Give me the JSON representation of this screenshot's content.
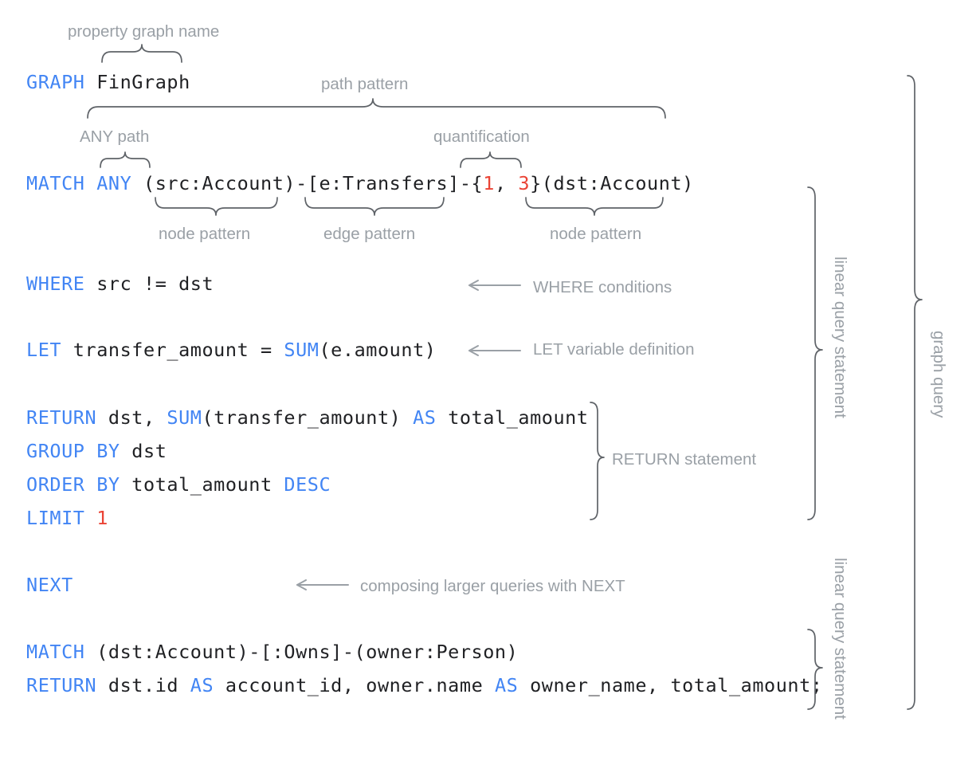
{
  "doc": {
    "title": "GQL graph query anatomy diagram",
    "background_color": "#ffffff",
    "keyword_color": "#4285f4",
    "number_color": "#ea4335",
    "plain_color": "#202124",
    "annotation_color": "#9aa0a6",
    "brace_color": "#5f6368"
  },
  "code": {
    "lines": [
      {
        "id": "graph",
        "segments": [
          {
            "t": "GRAPH",
            "k": "kw"
          },
          {
            "t": " FinGraph",
            "k": "pln"
          }
        ]
      },
      {
        "id": "match1",
        "segments": [
          {
            "t": "MATCH",
            "k": "kw"
          },
          {
            "t": " ",
            "k": "pln"
          },
          {
            "t": "ANY",
            "k": "kw"
          },
          {
            "t": " (src:Account)-[e:Transfers]-{",
            "k": "pln"
          },
          {
            "t": "1",
            "k": "num"
          },
          {
            "t": ", ",
            "k": "pln"
          },
          {
            "t": "3",
            "k": "num"
          },
          {
            "t": "}(dst:Account)",
            "k": "pln"
          }
        ]
      },
      {
        "id": "where",
        "segments": [
          {
            "t": "WHERE",
            "k": "kw"
          },
          {
            "t": " src != dst",
            "k": "pln"
          }
        ]
      },
      {
        "id": "let",
        "segments": [
          {
            "t": "LET",
            "k": "kw"
          },
          {
            "t": " transfer_amount = ",
            "k": "pln"
          },
          {
            "t": "SUM",
            "k": "kw"
          },
          {
            "t": "(e.amount)",
            "k": "pln"
          }
        ]
      },
      {
        "id": "return1",
        "segments": [
          {
            "t": "RETURN",
            "k": "kw"
          },
          {
            "t": " dst, ",
            "k": "pln"
          },
          {
            "t": "SUM",
            "k": "kw"
          },
          {
            "t": "(transfer_amount) ",
            "k": "pln"
          },
          {
            "t": "AS",
            "k": "kw"
          },
          {
            "t": " total_amount",
            "k": "pln"
          }
        ]
      },
      {
        "id": "groupby",
        "segments": [
          {
            "t": "GROUP BY",
            "k": "kw"
          },
          {
            "t": " dst",
            "k": "pln"
          }
        ]
      },
      {
        "id": "orderby",
        "segments": [
          {
            "t": "ORDER BY",
            "k": "kw"
          },
          {
            "t": " total_amount ",
            "k": "pln"
          },
          {
            "t": "DESC",
            "k": "kw"
          }
        ]
      },
      {
        "id": "limit",
        "segments": [
          {
            "t": "LIMIT",
            "k": "kw"
          },
          {
            "t": " ",
            "k": "pln"
          },
          {
            "t": "1",
            "k": "num"
          }
        ]
      },
      {
        "id": "next",
        "segments": [
          {
            "t": "NEXT",
            "k": "kw"
          }
        ]
      },
      {
        "id": "match2",
        "segments": [
          {
            "t": "MATCH",
            "k": "kw"
          },
          {
            "t": " (dst:Account)-[:Owns]-(owner:Person)",
            "k": "pln"
          }
        ]
      },
      {
        "id": "return2",
        "segments": [
          {
            "t": "RETURN",
            "k": "kw"
          },
          {
            "t": " dst.id ",
            "k": "pln"
          },
          {
            "t": "AS",
            "k": "kw"
          },
          {
            "t": " account_id, owner.name ",
            "k": "pln"
          },
          {
            "t": "AS",
            "k": "kw"
          },
          {
            "t": " owner_name, total_amount;",
            "k": "pln"
          }
        ]
      }
    ]
  },
  "annotations": {
    "property_graph_name": "property graph name",
    "path_pattern": "path pattern",
    "any_path": "ANY path",
    "quantification": "quantification",
    "node_pattern_left": "node pattern",
    "edge_pattern": "edge pattern",
    "node_pattern_right": "node pattern",
    "where_conditions": "WHERE conditions",
    "let_variable_definition": "LET variable definition",
    "return_statement": "RETURN statement",
    "composing_next": "composing larger queries with NEXT",
    "linear_query_statement_1": "linear query statement",
    "linear_query_statement_2": "linear query statement",
    "graph_query": "graph query"
  }
}
